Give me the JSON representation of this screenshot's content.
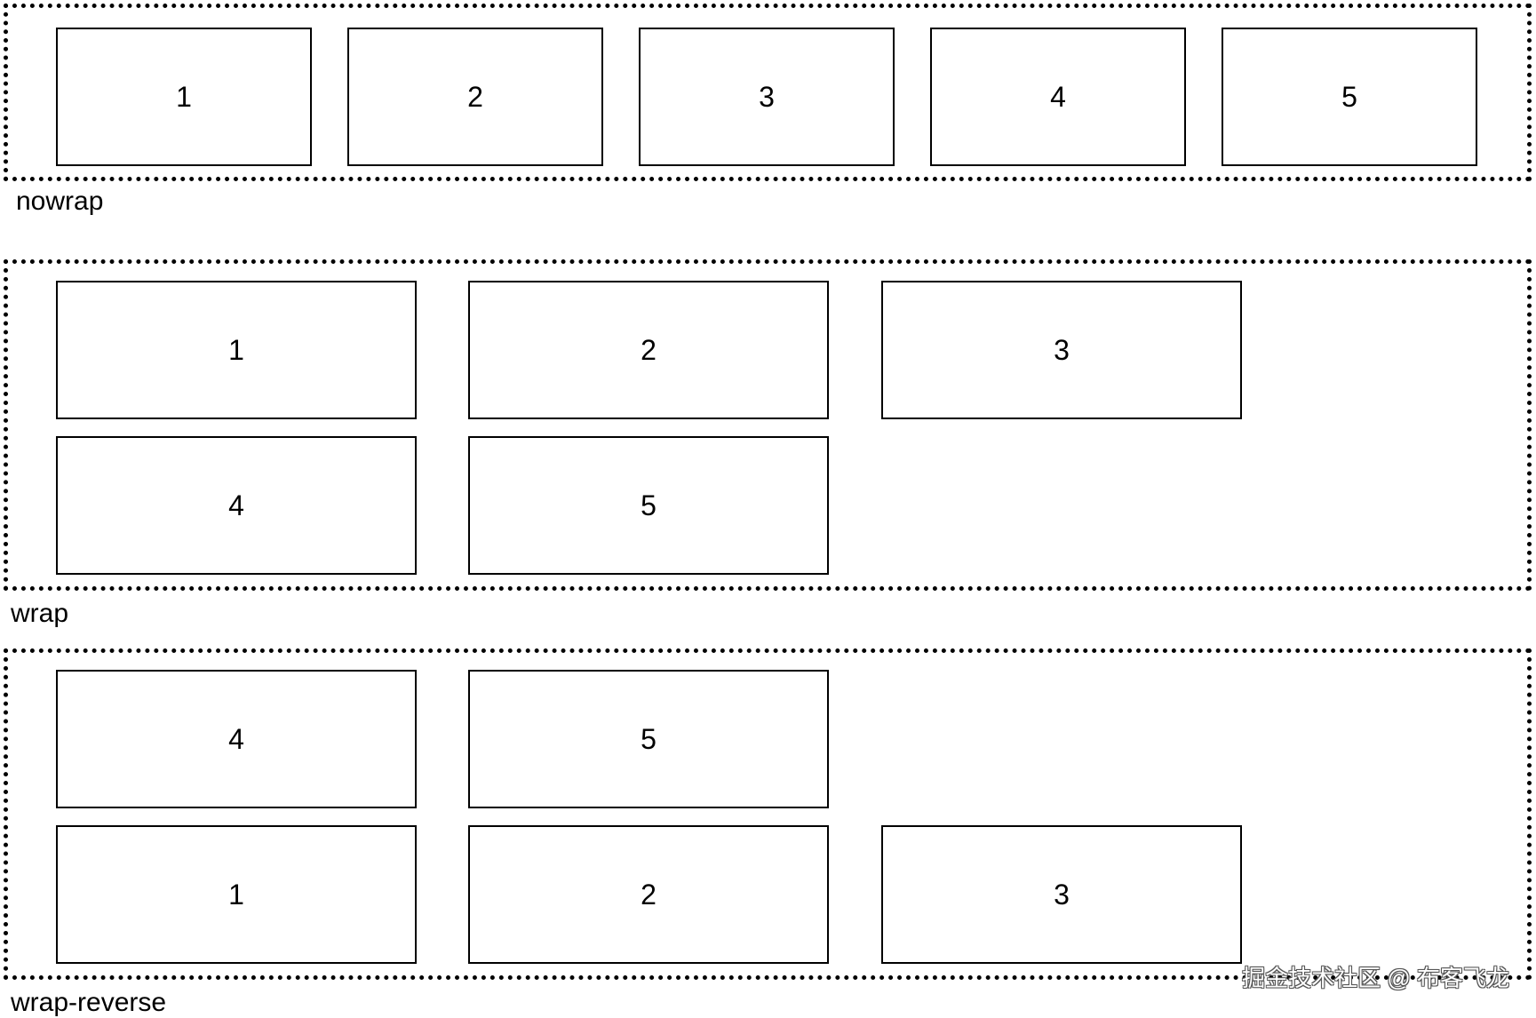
{
  "sections": [
    {
      "label": "nowrap",
      "rows": [
        [
          "1",
          "2",
          "3",
          "4",
          "5"
        ]
      ]
    },
    {
      "label": "wrap",
      "rows": [
        [
          "1",
          "2",
          "3"
        ],
        [
          "4",
          "5"
        ]
      ]
    },
    {
      "label": "wrap-reverse",
      "rows": [
        [
          "4",
          "5"
        ],
        [
          "1",
          "2",
          "3"
        ]
      ]
    }
  ],
  "watermark": "掘金技术社区 @ 布客飞龙"
}
